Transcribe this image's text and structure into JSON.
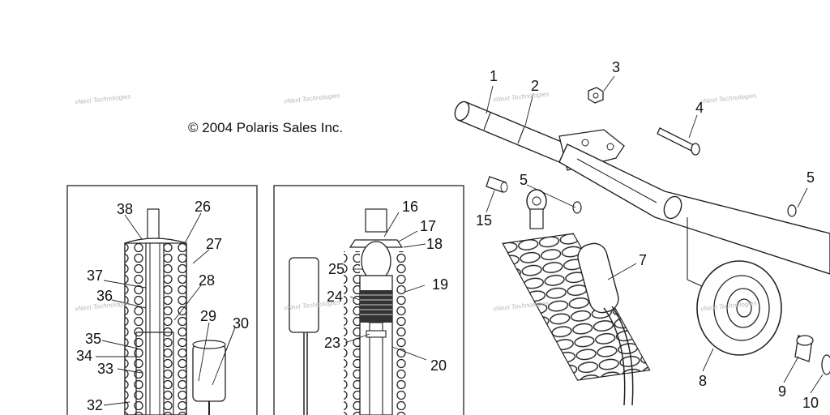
{
  "copyright": "© 2004 Polaris Sales Inc.",
  "watermark": "vNext Technologies",
  "callouts": [
    "1",
    "2",
    "3",
    "4",
    "5",
    "5",
    "7",
    "8",
    "9",
    "10",
    "15",
    "16",
    "17",
    "18",
    "19",
    "20",
    "23",
    "24",
    "25",
    "26",
    "27",
    "28",
    "29",
    "30",
    "32",
    "33",
    "34",
    "35",
    "36",
    "37",
    "38"
  ]
}
